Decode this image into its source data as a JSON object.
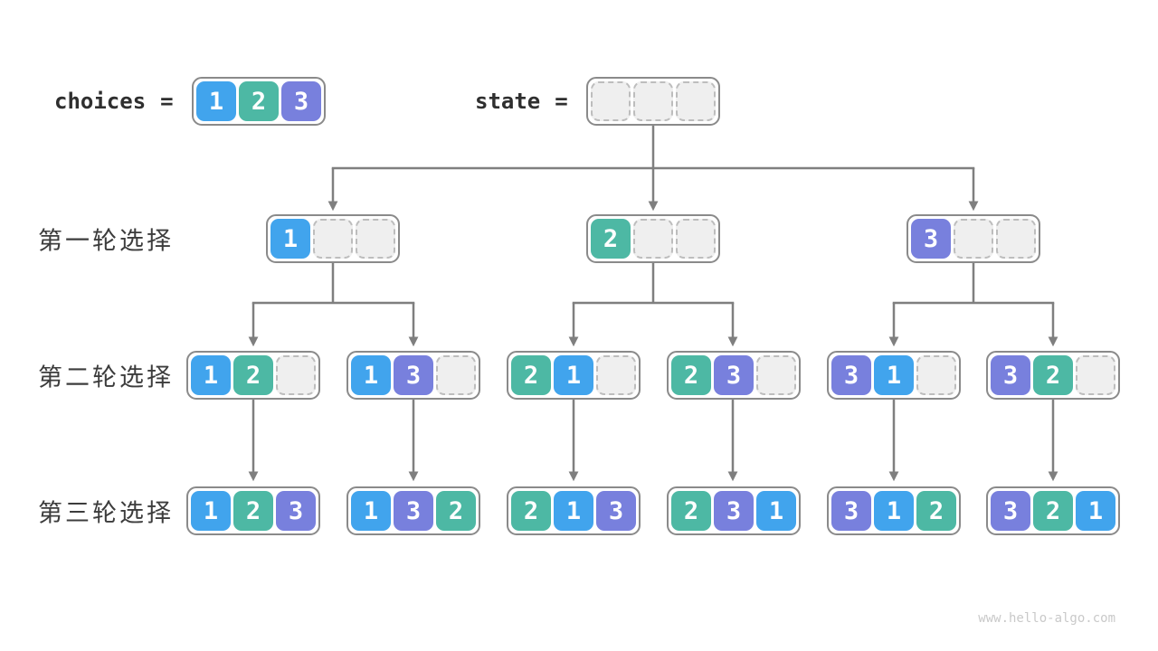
{
  "header": {
    "choices_label": "choices",
    "choices_equals": "=",
    "state_label": "state",
    "state_equals": "="
  },
  "choices_array": {
    "cells": [
      "1",
      "2",
      "3"
    ]
  },
  "state_array": {
    "cells": [
      "",
      "",
      ""
    ]
  },
  "row_labels": [
    {
      "label": "第一轮选择"
    },
    {
      "label": "第二轮选择"
    },
    {
      "label": "第三轮选择"
    }
  ],
  "tree": {
    "level1": [
      {
        "cells": [
          "1",
          "",
          ""
        ]
      },
      {
        "cells": [
          "2",
          "",
          ""
        ]
      },
      {
        "cells": [
          "3",
          "",
          ""
        ]
      }
    ],
    "level2": [
      {
        "cells": [
          "1",
          "2",
          ""
        ]
      },
      {
        "cells": [
          "1",
          "3",
          ""
        ]
      },
      {
        "cells": [
          "2",
          "1",
          ""
        ]
      },
      {
        "cells": [
          "2",
          "3",
          ""
        ]
      },
      {
        "cells": [
          "3",
          "1",
          ""
        ]
      },
      {
        "cells": [
          "3",
          "2",
          ""
        ]
      }
    ],
    "level3": [
      {
        "cells": [
          "1",
          "2",
          "3"
        ]
      },
      {
        "cells": [
          "1",
          "3",
          "2"
        ]
      },
      {
        "cells": [
          "2",
          "1",
          "3"
        ]
      },
      {
        "cells": [
          "2",
          "3",
          "1"
        ]
      },
      {
        "cells": [
          "3",
          "1",
          "2"
        ]
      },
      {
        "cells": [
          "3",
          "2",
          "1"
        ]
      }
    ]
  },
  "colors": {
    "digit_1_bg": "#41A4ED",
    "digit_2_bg": "#4DB8A4",
    "digit_3_bg": "#7880DD",
    "empty_cell_bg": "#EFEFEF",
    "connector": "#7F7F7F"
  },
  "watermark": "www.hello-algo.com"
}
